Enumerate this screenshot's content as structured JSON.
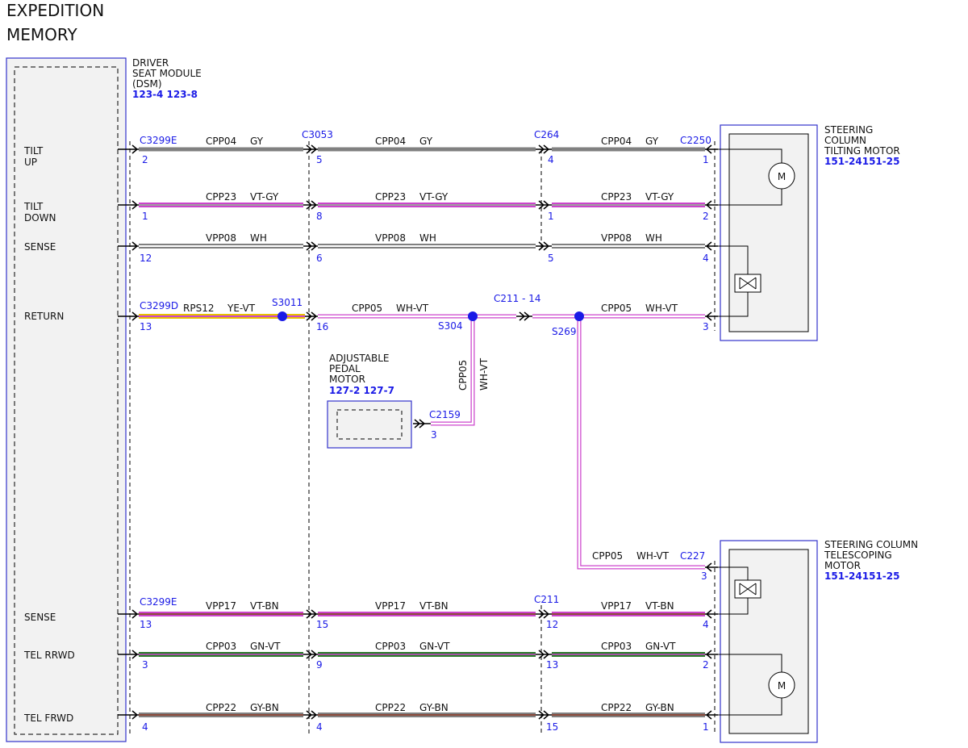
{
  "title": [
    "EXPEDITION",
    "MEMORY"
  ],
  "dsm": {
    "name": [
      "DRIVER",
      "SEAT MODULE",
      "(DSM)"
    ],
    "ref": "123-4 123-8",
    "pins": [
      {
        "id": "tilt_up",
        "label": [
          "TILT",
          "UP"
        ]
      },
      {
        "id": "tilt_down",
        "label": [
          "TILT",
          "DOWN"
        ]
      },
      {
        "id": "sense1",
        "label": [
          "SENSE"
        ]
      },
      {
        "id": "return",
        "label": [
          "RETURN"
        ]
      },
      {
        "id": "sense2",
        "label": [
          "SENSE"
        ]
      },
      {
        "id": "tel_rrwd",
        "label": [
          "TEL RRWD"
        ]
      },
      {
        "id": "tel_frwd",
        "label": [
          "TEL FRWD"
        ]
      }
    ]
  },
  "tilt_motor": {
    "name": [
      "STEERING",
      "COLUMN",
      "TILTING MOTOR"
    ],
    "ref": "151-24151-25",
    "symbol": "M"
  },
  "tele_motor": {
    "name": [
      "STEERING COLUMN",
      "TELESCOPING",
      "MOTOR"
    ],
    "ref": "151-24151-25",
    "symbol": "M"
  },
  "pedal_motor": {
    "name": [
      "ADJUSTABLE",
      "PEDAL",
      "MOTOR"
    ],
    "ref": "127-2 127-7"
  },
  "connectors": {
    "c3299e_top": "C3299E",
    "c3053": "C3053",
    "c264": "C264",
    "c2250": "C2250",
    "c3299d": "C3299D",
    "s3011": "S3011",
    "s304": "S304",
    "c211_14": "C211 - 14",
    "s269": "S269",
    "c2159": "C2159",
    "c227": "C227",
    "c3299e_bottom": "C3299E",
    "c211": "C211"
  },
  "circuits": {
    "tilt_up": {
      "code": "CPP04",
      "color": "GY",
      "pins": [
        "2",
        "5",
        "4",
        "1"
      ]
    },
    "tilt_down": {
      "code": "CPP23",
      "color": "VT-GY",
      "pins": [
        "1",
        "8",
        "1",
        "2"
      ]
    },
    "sense1": {
      "code": "VPP08",
      "color": "WH",
      "pins": [
        "12",
        "6",
        "5",
        "4"
      ]
    },
    "return_first": {
      "code": "RPS12",
      "color": "YE-VT",
      "pin": "13"
    },
    "return_mid": {
      "code": "CPP05",
      "color": "WH-VT",
      "pin": "16"
    },
    "return_last": {
      "code": "CPP05",
      "color": "WH-VT",
      "pin": "3"
    },
    "pedal_branch": {
      "code": "CPP05",
      "color": "WH-VT",
      "pin": "3"
    },
    "tele_branch": {
      "code": "CPP05",
      "color": "WH-VT",
      "pin": "3"
    },
    "sense2": {
      "code": "VPP17",
      "color": "VT-BN",
      "pins": [
        "13",
        "15",
        "12",
        "4"
      ]
    },
    "tel_rrwd": {
      "code": "CPP03",
      "color": "GN-VT",
      "pins": [
        "3",
        "9",
        "13",
        "2"
      ]
    },
    "tel_frwd": {
      "code": "CPP22",
      "color": "GY-BN",
      "pins": [
        "4",
        "4",
        "15",
        "1"
      ]
    }
  },
  "colors": {
    "connector_blue": "#1a1ae6",
    "gy": "#808080",
    "vt": "#cc44cc",
    "ye": "#e8c000",
    "gn": "#2a7a2a",
    "bn": "#8b4a3a",
    "wh": "#ffffff"
  }
}
